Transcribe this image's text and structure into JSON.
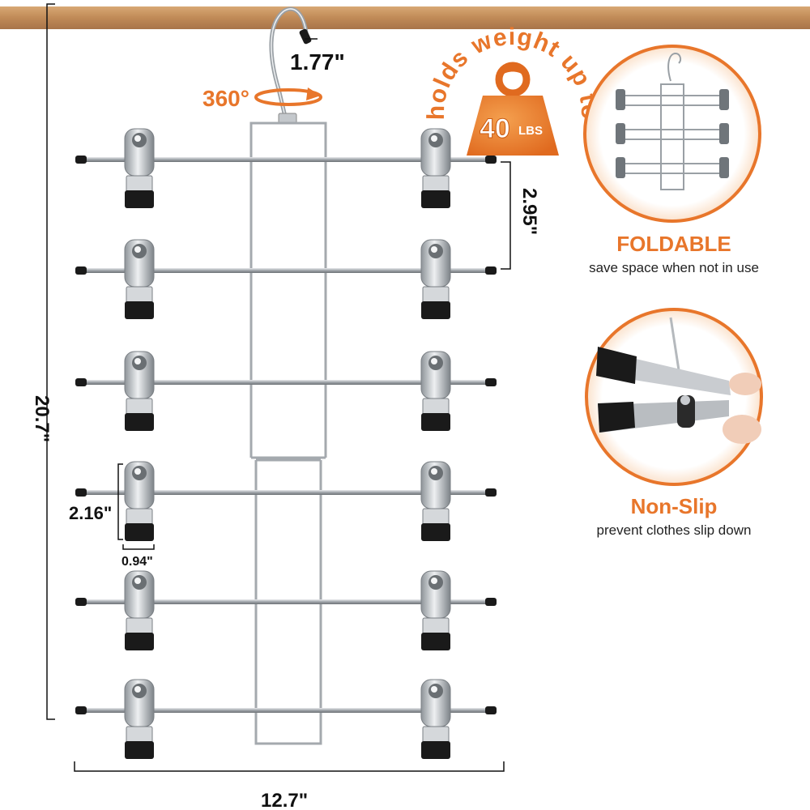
{
  "colors": {
    "accent": "#e8762b",
    "rod": "#c89461",
    "metal": "#a9adb2",
    "dark": "#1a1a1a"
  },
  "dimensions": {
    "hook": "1.77\"",
    "rotation": "360°",
    "rung_gap": "2.95\"",
    "total_height": "20.7\"",
    "total_width": "12.7\"",
    "clip_height": "2.16\"",
    "clip_width": "0.94\""
  },
  "weight_badge": {
    "arc_text": "holds weight up to",
    "number": "40",
    "unit": "LBS"
  },
  "features": [
    {
      "title": "FOLDABLE",
      "caption": "save space when not in use",
      "icon": "folded-hanger-illustration"
    },
    {
      "title": "Non-Slip",
      "caption": "prevent clothes slip down",
      "icon": "clip-closeup-illustration"
    }
  ]
}
